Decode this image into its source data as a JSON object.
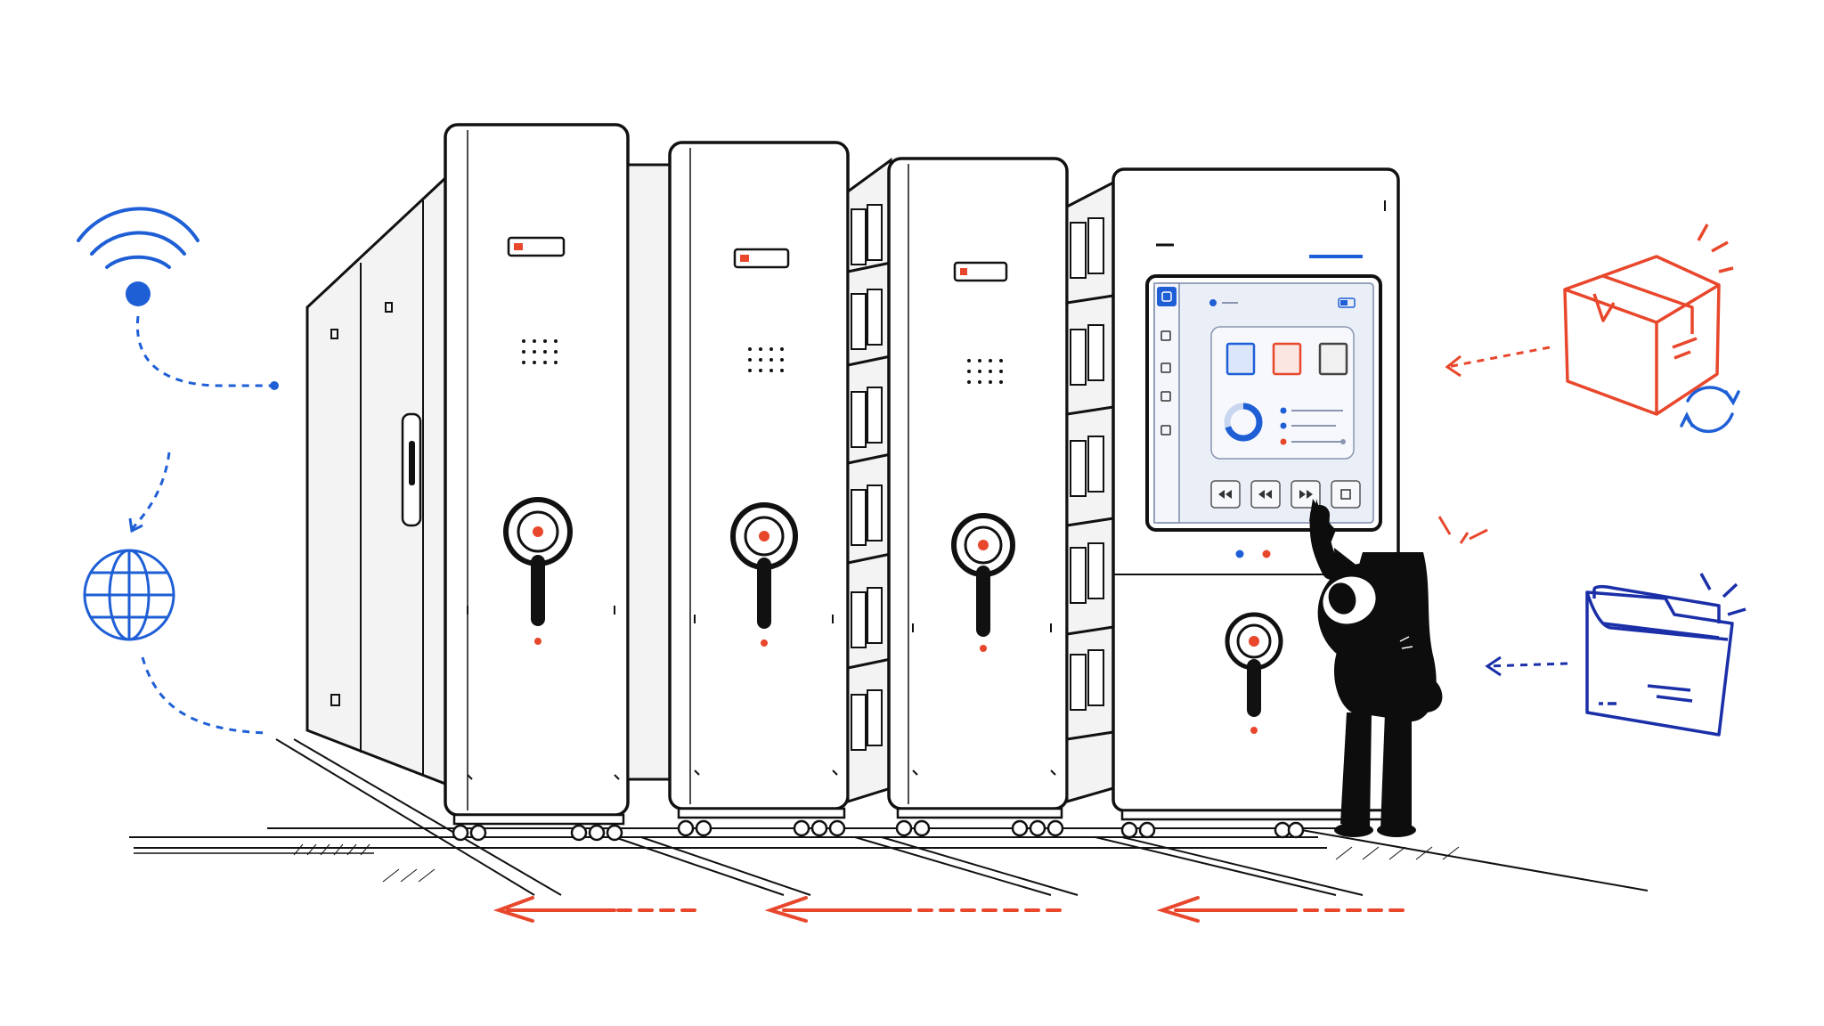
{
  "colors": {
    "ink": "#111111",
    "accent_red": "#e8472c",
    "accent_blue": "#1f5fd6",
    "accent_navy": "#1a2fa8",
    "panel_fill": "#f3f3f3",
    "screen_fill": "#e9eef7",
    "background": "#ffffff"
  },
  "icons": {
    "left_column": [
      "wifi-icon",
      "globe-icon"
    ],
    "right_column": [
      "package-box-icon",
      "sync-icon",
      "folder-icon"
    ],
    "cabinet_parts": [
      "status-light-icon",
      "handwheel-icon",
      "grill-icon"
    ],
    "character": "black-cat-mascot"
  },
  "screen": {
    "playback_controls": [
      "rewind-icon",
      "back-icon",
      "forward-icon",
      "stop-icon"
    ],
    "tiles": [
      "blue-tile",
      "red-tile",
      "gray-tile"
    ],
    "progress_ring_value": 0.7
  },
  "cabinets": {
    "count": 4,
    "floor_arrows": 3
  }
}
